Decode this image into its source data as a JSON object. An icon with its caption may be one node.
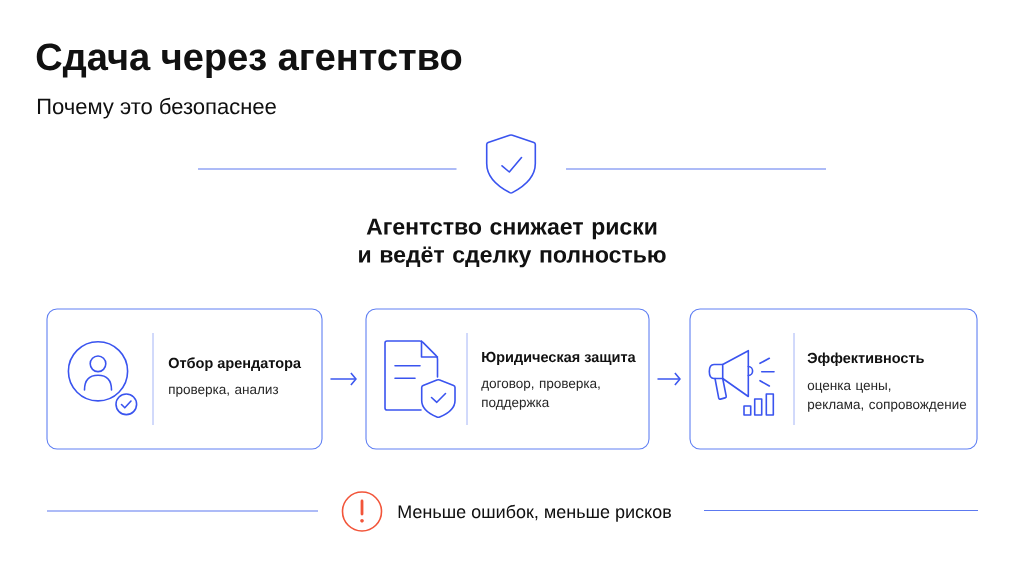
{
  "diagram": {
    "title": "Сдача через агентство",
    "nodes": [
      {
        "text": [
          "Отбор арендатора",
          "проверка, анализ"
        ]
      },
      {
        "text": [
          "Юридическая защита",
          "договор, проверка, поддержка"
        ]
      },
      {
        "text": [
          "Эффективность",
          "оценка цены, реклама, сопровождение"
        ]
      }
    ],
    "edges": [
      {
        "from": 0,
        "to": 1,
        "arrow": "to"
      },
      {
        "from": 1,
        "to": 2,
        "arrow": "to"
      }
    ],
    "labels": [
      "Почему это безопаснее",
      "Агентство снижает риски и ведёт сделку полностью",
      "Меньше ошибок, меньше рисков"
    ]
  }
}
